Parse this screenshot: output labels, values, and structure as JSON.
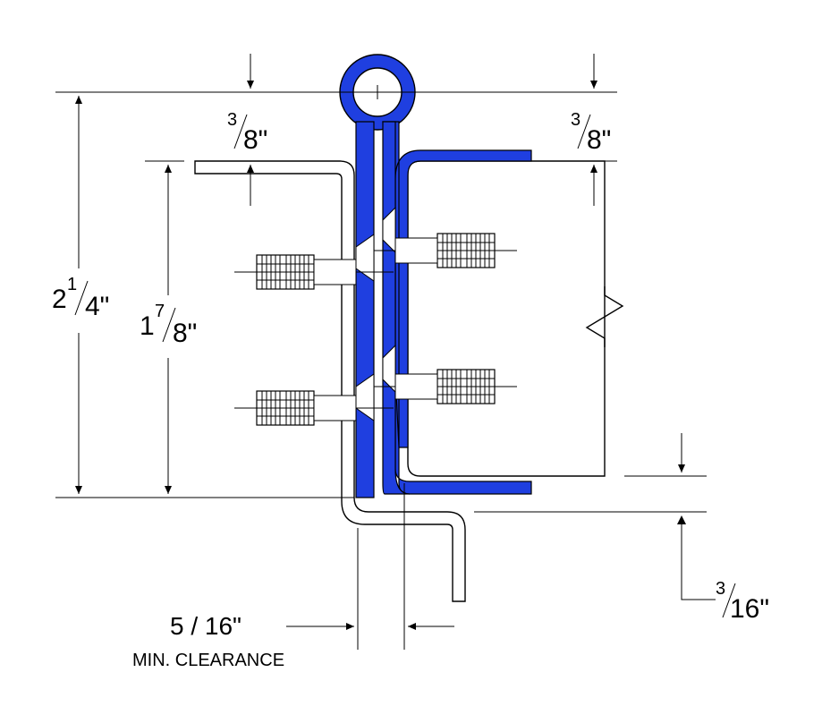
{
  "colors": {
    "leaf": "#1f3fe0",
    "line": "#000000",
    "background": "#ffffff"
  },
  "dims": {
    "top_left": {
      "num": "3",
      "den": "8\""
    },
    "top_right": {
      "num": "3",
      "den": "8\""
    },
    "overall": {
      "whole": "2",
      "num": "1",
      "den": "4\""
    },
    "inner": {
      "whole": "1",
      "num": "7",
      "den": "8\""
    },
    "bottom_offset": {
      "num": "3",
      "den": "16\""
    }
  },
  "clearance": {
    "value": "5 / 16\"",
    "label": "MIN. CLEARANCE"
  },
  "icons": {
    "bolt": "machine-screw-icon",
    "knuckle": "hinge-pin-icon"
  }
}
